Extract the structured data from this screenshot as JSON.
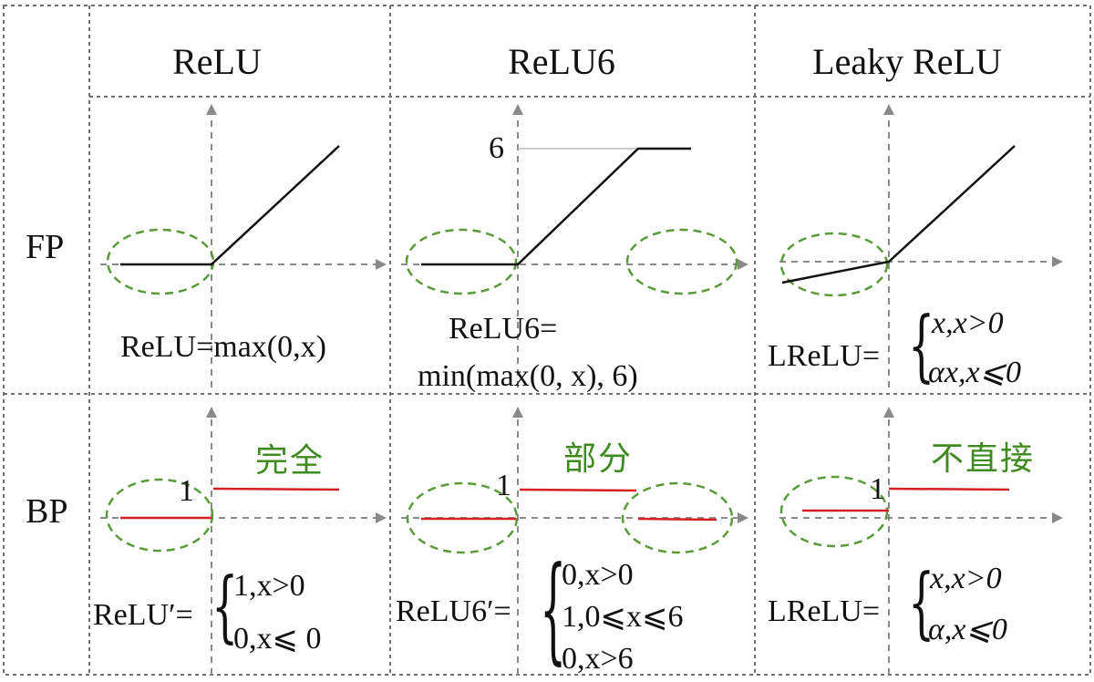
{
  "columns": [
    "ReLU",
    "ReLU6",
    "Leaky ReLU"
  ],
  "rows": [
    "FP",
    "BP"
  ],
  "fp": {
    "relu_formula": "ReLU=max(0,x)",
    "relu6_label": "6",
    "relu6_formula_line1": "ReLU6=",
    "relu6_formula_line2": "min(max(0, x), 6)",
    "lrelu_lhs": "LReLU=",
    "lrelu_case1": "x,x>0",
    "lrelu_case2": "αx,x⩽0"
  },
  "bp": {
    "relu_tag": "完全",
    "relu6_tag": "部分",
    "lrelu_tag": "不直接",
    "one_label": "1",
    "relu_lhs": "ReLU′=",
    "relu_case1": "1,x>0",
    "relu_case2": "0,x⩽ 0",
    "relu6_lhs": "ReLU6′=",
    "relu6_case1": "0,x>0",
    "relu6_case2": "1,0⩽x⩽6",
    "relu6_case3": "0,x>6",
    "lrelu_lhs": "LReLU=",
    "lrelu_case1": "x,x>0",
    "lrelu_case2": "α,x⩽0"
  },
  "colors": {
    "grid": "#707070",
    "axis": "#8a8a8a",
    "curve": "#111111",
    "derivative": "#d42020",
    "ellipse": "#5a9a3a",
    "tag": "#3f8a21"
  }
}
